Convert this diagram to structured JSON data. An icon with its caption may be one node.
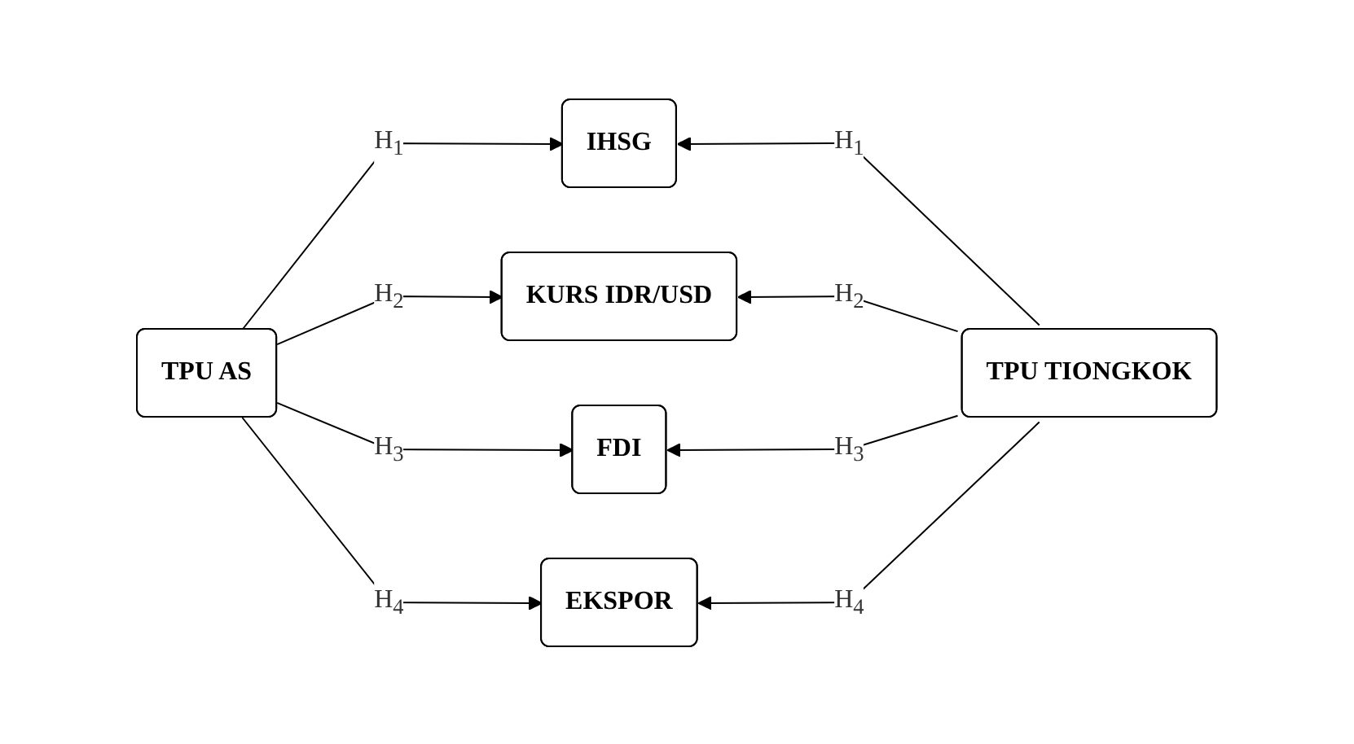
{
  "diagram": {
    "nodes": [
      {
        "text": [
          "TPU AS"
        ]
      },
      {
        "text": [
          "IHSG"
        ]
      },
      {
        "text": [
          "KURS IDR/USD"
        ]
      },
      {
        "text": [
          "FDI"
        ]
      },
      {
        "text": [
          "EKSPOR"
        ]
      },
      {
        "text": [
          "TPU TIONGKOK"
        ]
      }
    ],
    "edges": [
      {
        "from": 0,
        "to": 1,
        "arrow": "to",
        "label": "H$_{1}$"
      },
      {
        "from": 0,
        "to": 2,
        "arrow": "to",
        "label": "H$_{2}$"
      },
      {
        "from": 0,
        "to": 3,
        "arrow": "to",
        "label": "H$_{3}$"
      },
      {
        "from": 0,
        "to": 4,
        "arrow": "to",
        "label": "H$_{4}$"
      },
      {
        "from": 5,
        "to": 1,
        "arrow": "to",
        "label": "H$_{1}$"
      },
      {
        "from": 5,
        "to": 2,
        "arrow": "to",
        "label": "H$_{2}$"
      },
      {
        "from": 5,
        "to": 3,
        "arrow": "to",
        "label": "H$_{3}$"
      },
      {
        "from": 5,
        "to": 4,
        "arrow": "to",
        "label": "H$_{4}$"
      }
    ]
  }
}
